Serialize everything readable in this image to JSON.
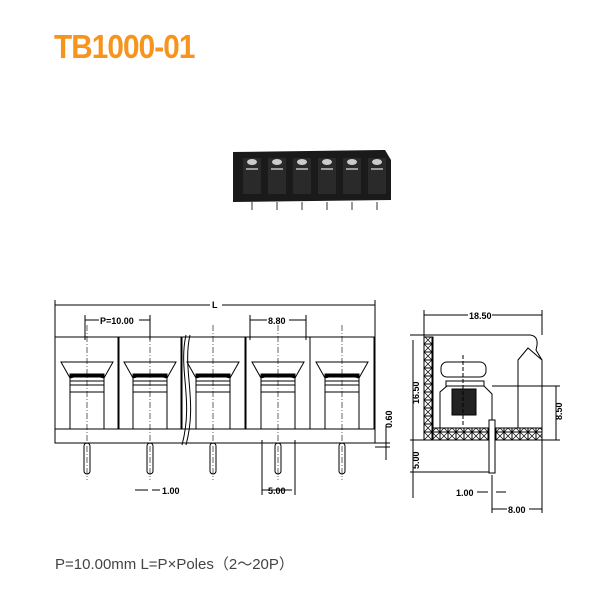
{
  "title": "TB1000-01",
  "front_view": {
    "overall": "L",
    "pitch": "P=10.00",
    "width_inner": "8.80",
    "pin_thickness": "1.00",
    "pin_gap": "5.00",
    "base_offset": "0.60"
  },
  "side_view": {
    "depth": "18.50",
    "height": "16.50",
    "pin_length": "5.00",
    "screw_height": "8.50",
    "pin_thickness": "1.00",
    "pin_offset": "8.00"
  },
  "spec_text": "P=10.00mm  L=P×Poles（2～20P）",
  "colors": {
    "title": "#f7941d",
    "body": "#1a1a1a"
  }
}
